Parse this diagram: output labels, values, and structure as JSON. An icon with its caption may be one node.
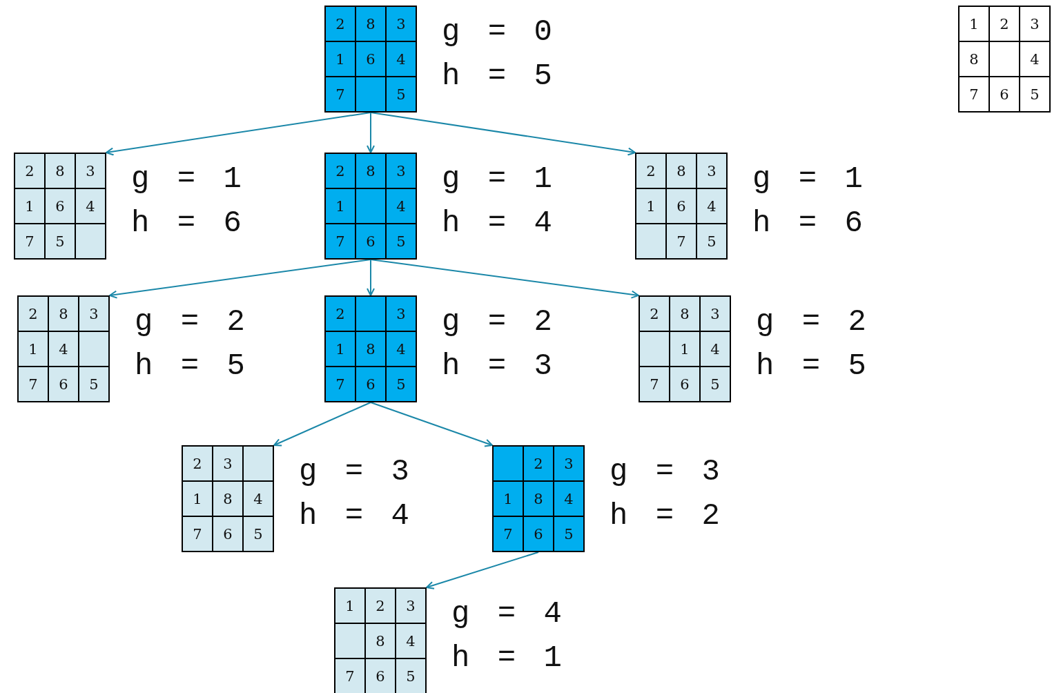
{
  "diagram": {
    "nodes": [
      {
        "text": [],
        "shape": "box",
        "beside": [
          "g = 0",
          "h = 5"
        ]
      },
      {
        "text": [
          "2"
        ],
        "in": 0
      },
      {
        "text": [
          "8"
        ],
        "in": 0
      },
      {
        "text": [
          "3"
        ],
        "in": 0
      },
      {
        "text": [
          "1"
        ],
        "in": 0
      },
      {
        "text": [
          "6"
        ],
        "in": 0
      },
      {
        "text": [
          "4"
        ],
        "in": 0
      },
      {
        "text": [
          "7"
        ],
        "in": 0
      },
      {
        "text": [],
        "shape": "box",
        "in": 0
      },
      {
        "text": [
          "5"
        ],
        "in": 0
      },
      {
        "text": [],
        "shape": "box"
      },
      {
        "text": [
          "1"
        ],
        "in": 10
      },
      {
        "text": [
          "2"
        ],
        "in": 10
      },
      {
        "text": [
          "3"
        ],
        "in": 10
      },
      {
        "text": [
          "8"
        ],
        "in": 10
      },
      {
        "text": [],
        "shape": "box",
        "in": 10
      },
      {
        "text": [
          "4"
        ],
        "in": 10
      },
      {
        "text": [
          "7"
        ],
        "in": 10
      },
      {
        "text": [
          "6"
        ],
        "in": 10
      },
      {
        "text": [
          "5"
        ],
        "in": 10
      },
      {
        "text": [],
        "shape": "box",
        "beside": [
          "g = 1",
          "h = 6"
        ]
      },
      {
        "text": [
          "2"
        ],
        "in": 20
      },
      {
        "text": [
          "8"
        ],
        "in": 20
      },
      {
        "text": [
          "3"
        ],
        "in": 20
      },
      {
        "text": [
          "1"
        ],
        "in": 20
      },
      {
        "text": [
          "6"
        ],
        "in": 20
      },
      {
        "text": [
          "4"
        ],
        "in": 20
      },
      {
        "text": [
          "7"
        ],
        "in": 20
      },
      {
        "text": [
          "5"
        ],
        "in": 20
      },
      {
        "text": [],
        "shape": "box",
        "in": 20
      },
      {
        "text": [],
        "shape": "box",
        "beside": [
          "g = 1",
          "h = 4"
        ]
      },
      {
        "text": [
          "2"
        ],
        "in": 30
      },
      {
        "text": [
          "8"
        ],
        "in": 30
      },
      {
        "text": [
          "3"
        ],
        "in": 30
      },
      {
        "text": [
          "1"
        ],
        "in": 30
      },
      {
        "text": [],
        "shape": "box",
        "in": 30
      },
      {
        "text": [
          "4"
        ],
        "in": 30
      },
      {
        "text": [
          "7"
        ],
        "in": 30
      },
      {
        "text": [
          "6"
        ],
        "in": 30
      },
      {
        "text": [
          "5"
        ],
        "in": 30
      },
      {
        "text": [],
        "shape": "box",
        "beside": [
          "g = 1",
          "h = 6"
        ]
      },
      {
        "text": [
          "2"
        ],
        "in": 40
      },
      {
        "text": [
          "8"
        ],
        "in": 40
      },
      {
        "text": [
          "3"
        ],
        "in": 40
      },
      {
        "text": [
          "1"
        ],
        "in": 40
      },
      {
        "text": [
          "6"
        ],
        "in": 40
      },
      {
        "text": [
          "4"
        ],
        "in": 40
      },
      {
        "text": [],
        "shape": "box",
        "in": 40
      },
      {
        "text": [
          "7"
        ],
        "in": 40
      },
      {
        "text": [
          "5"
        ],
        "in": 40
      },
      {
        "text": [],
        "shape": "box",
        "beside": [
          "g = 2",
          "h = 5"
        ]
      },
      {
        "text": [
          "2"
        ],
        "in": 50
      },
      {
        "text": [
          "8"
        ],
        "in": 50
      },
      {
        "text": [
          "3"
        ],
        "in": 50
      },
      {
        "text": [
          "1"
        ],
        "in": 50
      },
      {
        "text": [
          "4"
        ],
        "in": 50
      },
      {
        "text": [],
        "shape": "box",
        "in": 50
      },
      {
        "text": [
          "7"
        ],
        "in": 50
      },
      {
        "text": [
          "6"
        ],
        "in": 50
      },
      {
        "text": [
          "5"
        ],
        "in": 50
      },
      {
        "text": [],
        "shape": "box",
        "beside": [
          "g = 2",
          "h = 3"
        ]
      },
      {
        "text": [
          "2"
        ],
        "in": 60
      },
      {
        "text": [],
        "shape": "box",
        "in": 60
      },
      {
        "text": [
          "3"
        ],
        "in": 60
      },
      {
        "text": [
          "1"
        ],
        "in": 60
      },
      {
        "text": [
          "8"
        ],
        "in": 60
      },
      {
        "text": [
          "4"
        ],
        "in": 60
      },
      {
        "text": [
          "7"
        ],
        "in": 60
      },
      {
        "text": [
          "6"
        ],
        "in": 60
      },
      {
        "text": [
          "5"
        ],
        "in": 60
      },
      {
        "text": [],
        "shape": "box",
        "beside": [
          "g = 2",
          "h = 5"
        ]
      },
      {
        "text": [
          "2"
        ],
        "in": 70
      },
      {
        "text": [
          "8"
        ],
        "in": 70
      },
      {
        "text": [
          "3"
        ],
        "in": 70
      },
      {
        "text": [],
        "shape": "box",
        "in": 70
      },
      {
        "text": [
          "1"
        ],
        "in": 70
      },
      {
        "text": [
          "4"
        ],
        "in": 70
      },
      {
        "text": [
          "7"
        ],
        "in": 70
      },
      {
        "text": [
          "6"
        ],
        "in": 70
      },
      {
        "text": [
          "5"
        ],
        "in": 70
      },
      {
        "text": [],
        "shape": "box",
        "beside": [
          "g = 3",
          "h = 4"
        ]
      },
      {
        "text": [
          "2"
        ],
        "in": 80
      },
      {
        "text": [
          "3"
        ],
        "in": 80
      },
      {
        "text": [],
        "shape": "box",
        "in": 80
      },
      {
        "text": [
          "1"
        ],
        "in": 80
      },
      {
        "text": [
          "8"
        ],
        "in": 80
      },
      {
        "text": [
          "4"
        ],
        "in": 80
      },
      {
        "text": [
          "7"
        ],
        "in": 80
      },
      {
        "text": [
          "6"
        ],
        "in": 80
      },
      {
        "text": [
          "5"
        ],
        "in": 80
      },
      {
        "text": [],
        "shape": "box",
        "beside": [
          "g = 3",
          "h = 2"
        ]
      },
      {
        "text": [],
        "shape": "box",
        "in": 90
      },
      {
        "text": [
          "2"
        ],
        "in": 90
      },
      {
        "text": [
          "3"
        ],
        "in": 90
      },
      {
        "text": [
          "1"
        ],
        "in": 90
      },
      {
        "text": [
          "8"
        ],
        "in": 90
      },
      {
        "text": [
          "4"
        ],
        "in": 90
      },
      {
        "text": [
          "7"
        ],
        "in": 90
      },
      {
        "text": [
          "6"
        ],
        "in": 90
      },
      {
        "text": [
          "5"
        ],
        "in": 90
      },
      {
        "text": [],
        "shape": "box",
        "beside": [
          "g = 4",
          "h = 1"
        ]
      },
      {
        "text": [
          "1"
        ],
        "in": 100
      },
      {
        "text": [
          "2"
        ],
        "in": 100
      },
      {
        "text": [
          "3"
        ],
        "in": 100
      },
      {
        "text": [],
        "shape": "box",
        "in": 100
      },
      {
        "text": [
          "8"
        ],
        "in": 100
      },
      {
        "text": [
          "4"
        ],
        "in": 100
      },
      {
        "text": [
          "7"
        ],
        "in": 100
      },
      {
        "text": [
          "6"
        ],
        "in": 100
      },
      {
        "text": [
          "5"
        ],
        "in": 100
      }
    ],
    "edges": [
      {
        "from": 0,
        "to": 20,
        "arrow": "to"
      },
      {
        "from": 0,
        "to": 30,
        "arrow": "to"
      },
      {
        "from": 0,
        "to": 40,
        "arrow": "to"
      },
      {
        "from": 30,
        "to": 50,
        "arrow": "to"
      },
      {
        "from": 30,
        "to": 60,
        "arrow": "to"
      },
      {
        "from": 30,
        "to": 70,
        "arrow": "to"
      },
      {
        "from": 60,
        "to": 80,
        "arrow": "to"
      },
      {
        "from": 60,
        "to": 90,
        "arrow": "to"
      },
      {
        "from": 90,
        "to": 100,
        "arrow": "to"
      }
    ]
  }
}
